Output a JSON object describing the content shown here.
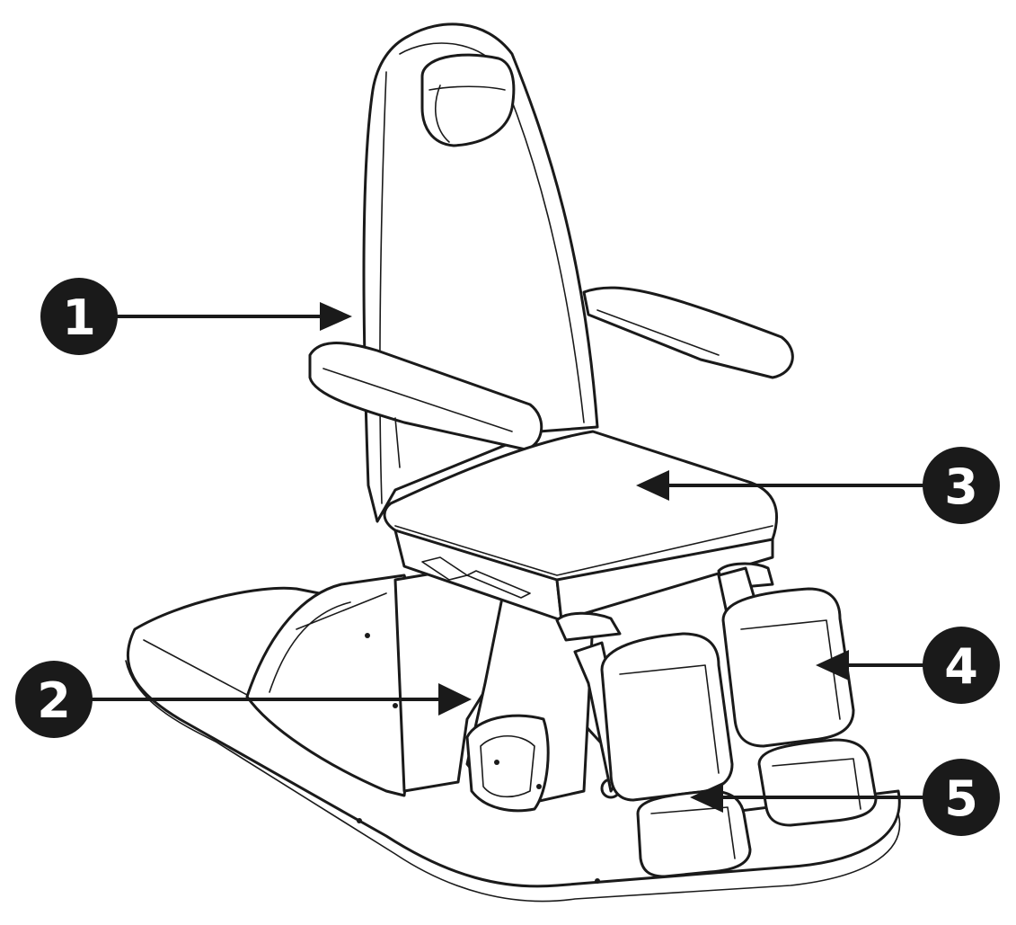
{
  "callouts": [
    {
      "id": "1",
      "label": "1"
    },
    {
      "id": "2",
      "label": "2"
    },
    {
      "id": "3",
      "label": "3"
    },
    {
      "id": "4",
      "label": "4"
    },
    {
      "id": "5",
      "label": "5"
    }
  ],
  "colors": {
    "line": "#1a1a1a",
    "background": "#ffffff",
    "badge_text": "#ffffff"
  }
}
